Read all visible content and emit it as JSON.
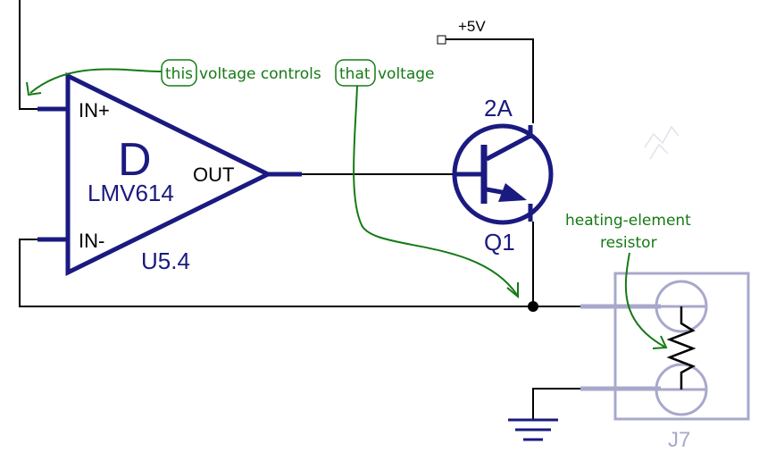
{
  "opamp": {
    "letter": "D",
    "part": "LMV614",
    "ref": "U5.4",
    "pin_in_plus": "IN+",
    "pin_in_minus": "IN-",
    "pin_out": "OUT"
  },
  "transistor": {
    "rating": "2A",
    "ref": "Q1"
  },
  "supply": {
    "label": "+5V"
  },
  "connector": {
    "ref": "J7"
  },
  "annotations": {
    "word_this": "this",
    "phrase_mid": "voltage controls",
    "word_that": "that",
    "phrase_end": "voltage",
    "heater_line1": "heating-element",
    "heater_line2": "resistor"
  },
  "colors": {
    "symbol": "#1a1a80",
    "wire": "#000000",
    "annotation": "#157a15",
    "ghost": "#a8a8cc"
  }
}
